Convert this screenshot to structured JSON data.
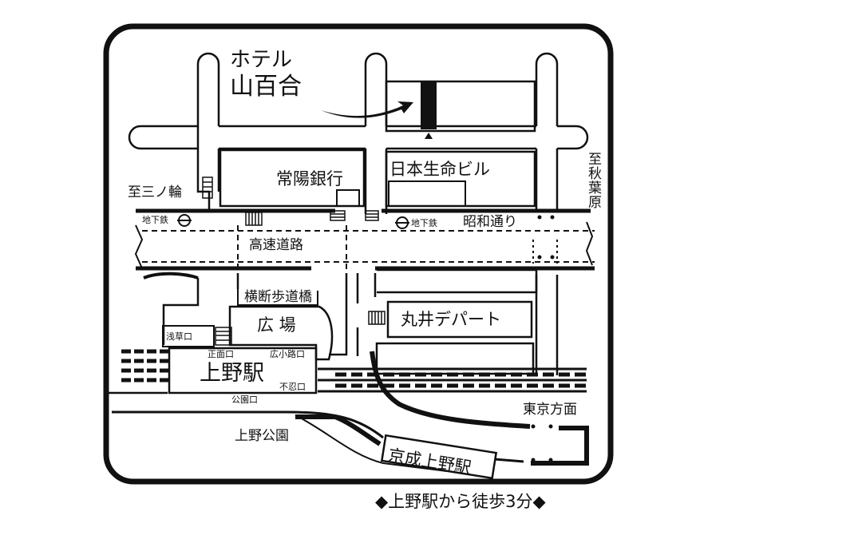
{
  "hotel": {
    "line1": "ホテル",
    "line2": "山百合"
  },
  "labels": {
    "joyo_bank": "常陽銀行",
    "nihon_seimei": "日本生命ビル",
    "to_minowa": "至三ノ輪",
    "to_akihabara": "至秋葉原",
    "subway_left": "地下鉄",
    "subway_right": "地下鉄",
    "showa_dori": "昭和通り",
    "expressway": "高速道路",
    "footbridge": "横断歩道橋",
    "plaza": "広 場",
    "marui": "丸井デパート",
    "asakusa_exit": "浅草口",
    "main_exit": "正面口",
    "hirokoji_exit": "広小路口",
    "ueno_station": "上野駅",
    "shinobazu_exit": "不忍口",
    "park_exit": "公園口",
    "tokyo_dir": "東京方面",
    "ueno_park": "上野公園",
    "keisei_ueno": "京成上野駅"
  },
  "caption": {
    "left_mark": "◆",
    "text": "上野駅から徒歩3分",
    "right_mark": "◆"
  }
}
